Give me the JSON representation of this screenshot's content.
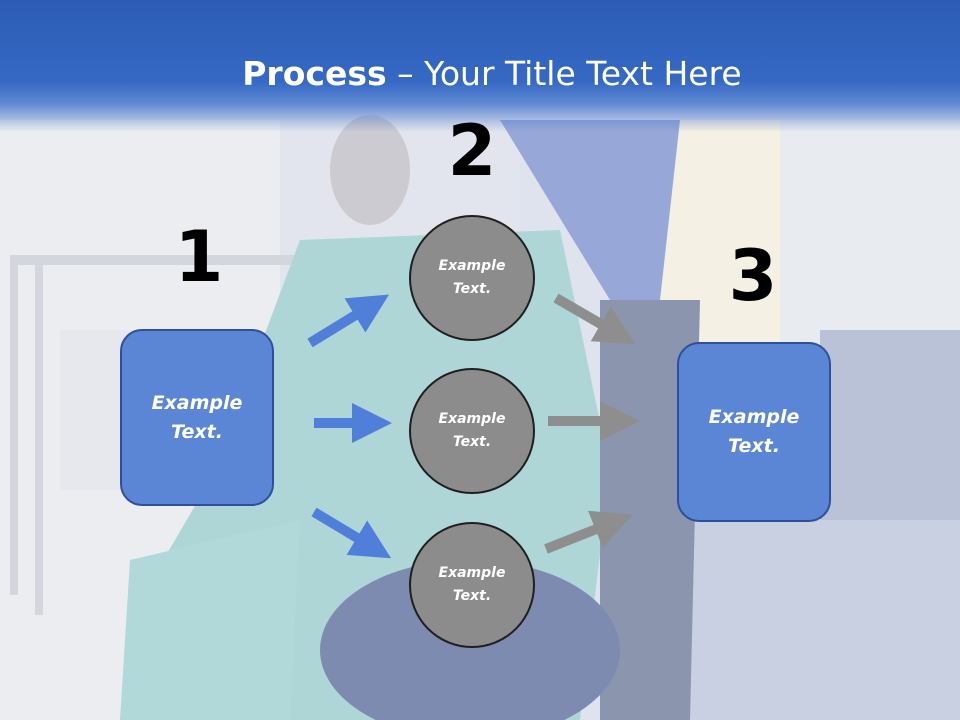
{
  "slide": {
    "title_bold": "Process",
    "title_rest": " – Your Title Text Here"
  },
  "steps": {
    "step1_number": "1",
    "step2_number": "2",
    "step3_number": "3"
  },
  "boxes": {
    "left_text": "Example Text.",
    "right_text": "Example Text."
  },
  "circles": {
    "top_text": "Example Text.",
    "middle_text": "Example Text.",
    "bottom_text": "Example Text."
  },
  "colors": {
    "header_blue": "#3569c4",
    "box_blue": "#5b86d6",
    "arrow_blue": "#4f7fd9",
    "circle_gray": "#8c8c8c",
    "arrow_gray": "#8e8e8e"
  }
}
